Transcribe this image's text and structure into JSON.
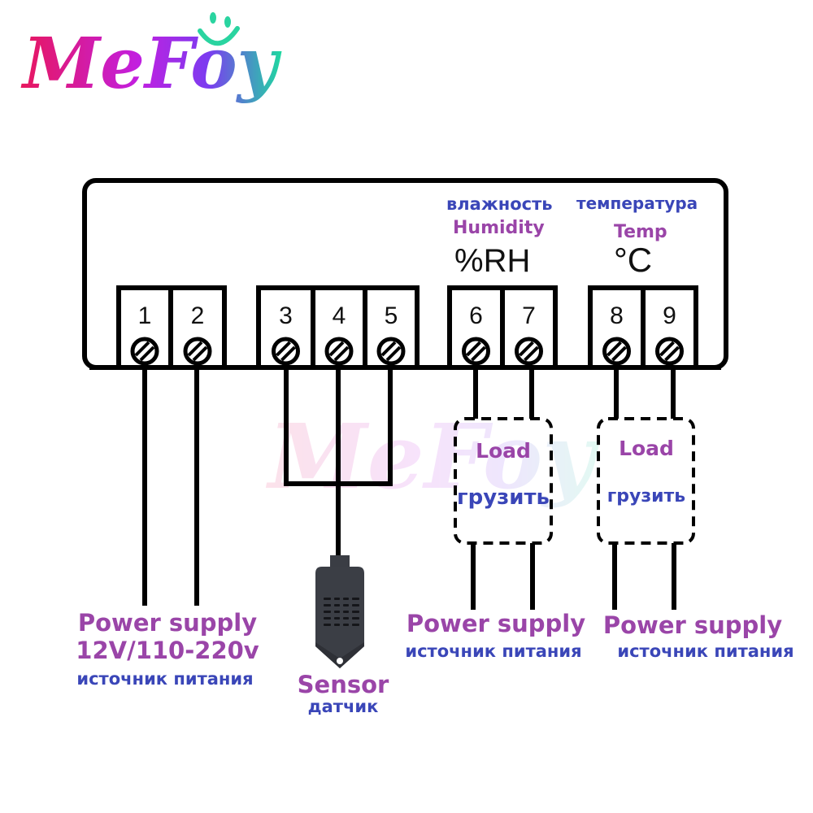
{
  "brand": {
    "logo_text": "MeFoy",
    "colors": {
      "start": "#e8175d",
      "mid": "#b226e0",
      "end": "#1fd9a0"
    }
  },
  "colors": {
    "english_label": "#9a45a8",
    "russian_label": "#3a46b8",
    "wire": "#000000"
  },
  "display": {
    "humidity": {
      "ru": "влажность",
      "en": "Humidity",
      "unit": "%RH"
    },
    "temperature": {
      "ru": "температура",
      "en": "Temp",
      "unit": "°C"
    }
  },
  "terminals": [
    "1",
    "2",
    "3",
    "4",
    "5",
    "6",
    "7",
    "8",
    "9"
  ],
  "connections": {
    "power": {
      "en": "Power supply",
      "voltage": "12V/110-220v",
      "ru": "источник питания",
      "terminals": [
        "1",
        "2"
      ]
    },
    "sensor": {
      "en": "Sensor",
      "ru": "датчик",
      "terminals": [
        "3",
        "4",
        "5"
      ]
    },
    "humidity_load": {
      "load_en": "Load",
      "load_ru": "грузить",
      "supply_en": "Power supply",
      "supply_ru": "источник питания",
      "terminals": [
        "6",
        "7"
      ]
    },
    "temp_load": {
      "load_en": "Load",
      "load_ru": "грузить",
      "supply_en": "Power supply",
      "supply_ru": "источник питания",
      "terminals": [
        "8",
        "9"
      ]
    }
  }
}
